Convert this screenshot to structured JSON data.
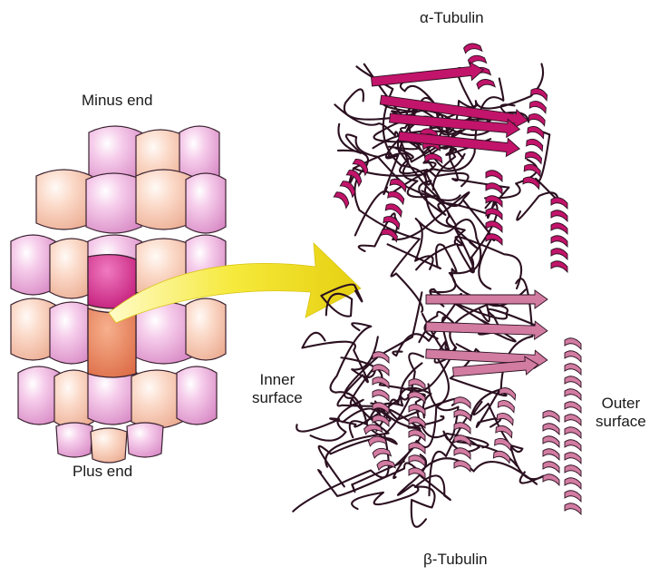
{
  "labels": {
    "minus_end": "Minus end",
    "plus_end": "Plus end",
    "alpha_tubulin": "α-Tubulin",
    "beta_tubulin": "β-Tubulin",
    "inner_surface": "Inner\nsurface",
    "outer_surface": "Outer\nsurface"
  },
  "colors": {
    "subunit_pink": "#e8a2d6",
    "subunit_peach": "#f5c2ac",
    "alpha_highlight": "#d12f8c",
    "beta_highlight": "#e9825c",
    "arrow_yellow": "#f2e21a",
    "alpha_ribbon": "#c2146a",
    "beta_ribbon": "#d27ca2",
    "coil": "#2b1020"
  }
}
